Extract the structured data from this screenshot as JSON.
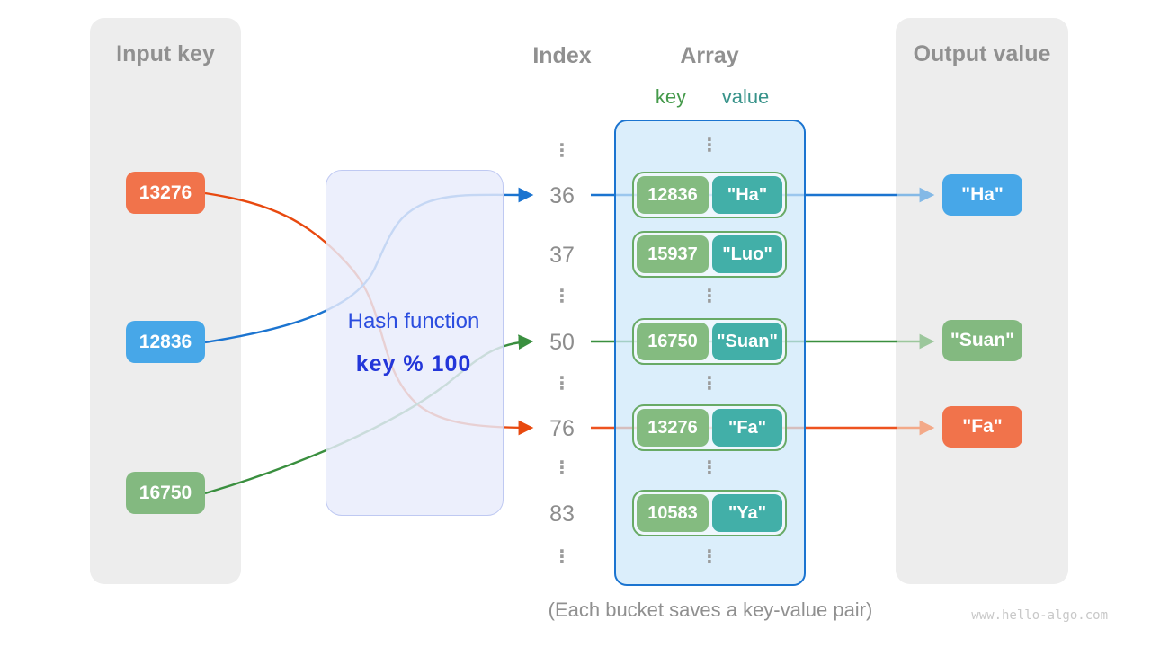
{
  "input_panel": {
    "title": "Input key",
    "keys": [
      {
        "label": "13276",
        "color": "#f1734b"
      },
      {
        "label": "12836",
        "color": "#47a7e8"
      },
      {
        "label": "16750",
        "color": "#83b980"
      }
    ]
  },
  "hash": {
    "title": "Hash function",
    "formula": "key % 100"
  },
  "index_column": {
    "title": "Index",
    "rows": [
      "⋮",
      "36",
      "37",
      "⋮",
      "50",
      "⋮",
      "76",
      "⋮",
      "83",
      "⋮"
    ]
  },
  "array_panel": {
    "title": "Array",
    "key_label": "key",
    "value_label": "value",
    "vdots": "⋮",
    "pairs": [
      {
        "key": "12836",
        "value": "\"Ha\""
      },
      {
        "key": "15937",
        "value": "\"Luo\""
      },
      {
        "key": "16750",
        "value": "\"Suan\""
      },
      {
        "key": "13276",
        "value": "\"Fa\""
      },
      {
        "key": "10583",
        "value": "\"Ya\""
      }
    ]
  },
  "output_panel": {
    "title": "Output value",
    "values": [
      {
        "label": "\"Ha\"",
        "color": "#47a7e8"
      },
      {
        "label": "\"Suan\"",
        "color": "#83b980"
      },
      {
        "label": "\"Fa\"",
        "color": "#f1734b"
      }
    ]
  },
  "caption": "(Each bucket saves a key-value pair)",
  "watermark": "www.hello-algo.com",
  "colors": {
    "line_blue": "#1b74d0",
    "line_green": "#3a8f3f",
    "line_orange": "#e8490f",
    "key_label_green": "#459a4b",
    "value_label_teal": "#38938a",
    "panel_gray": "#ededed",
    "hash_fill": "#e8ecfb",
    "hash_text_blue": "#2b4ddf",
    "array_fill": "#ddeefa",
    "array_border_blue": "#1b74d0",
    "bucket_key_green": "#84bb80",
    "bucket_value_teal": "#42afa8",
    "bucket_border_green": "#68aa66",
    "heading_gray": "#909090"
  }
}
